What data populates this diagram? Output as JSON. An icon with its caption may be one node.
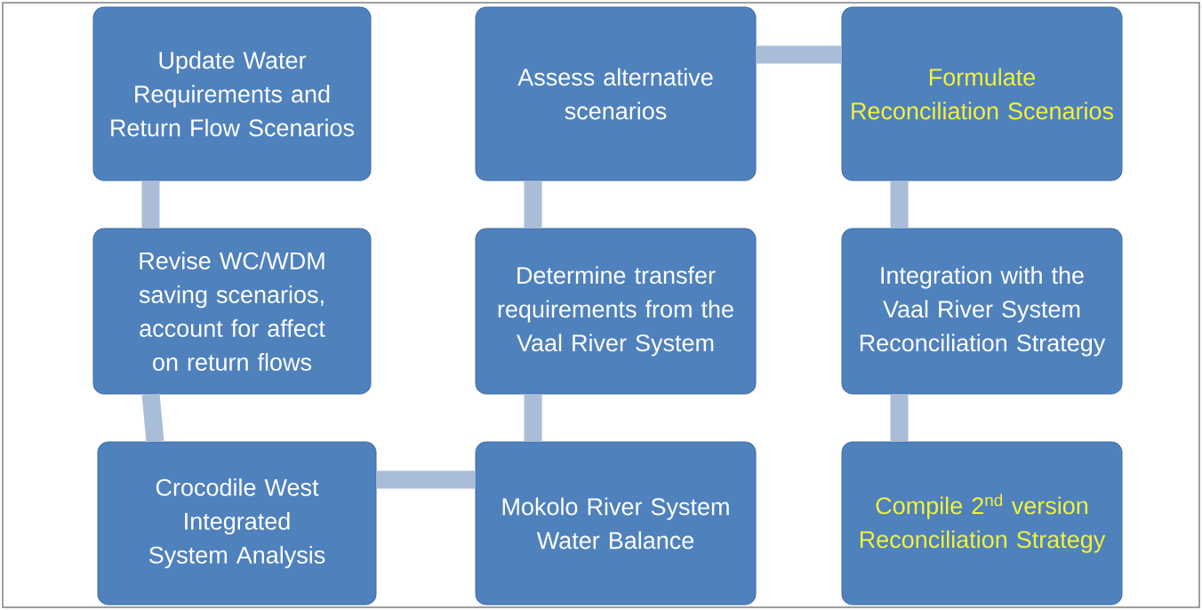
{
  "diagram": {
    "nodes": [
      {
        "text": [
          "Update Water Requirements and Return Flow Scenarios"
        ]
      },
      {
        "text": [
          "Assess alternative scenarios"
        ]
      },
      {
        "text": [
          "Formulate Reconciliation Scenarios"
        ]
      },
      {
        "text": [
          "Revise WC/WDM saving scenarios, account for affect on return flows"
        ]
      },
      {
        "text": [
          "Determine transfer requirements from the Vaal River System"
        ]
      },
      {
        "text": [
          "Integration with the Vaal River System Reconciliation Strategy"
        ]
      },
      {
        "text": [
          "Crocodile West Integrated System Analysis"
        ]
      },
      {
        "text": [
          "Mokolo River System Water Balance"
        ]
      },
      {
        "text": [
          "Compile 2$^{nd}$ version Reconciliation Strategy"
        ]
      }
    ],
    "edges": [
      {
        "from": 0,
        "to": 3,
        "arrow": "none"
      },
      {
        "from": 3,
        "to": 6,
        "arrow": "none"
      },
      {
        "from": 6,
        "to": 7,
        "arrow": "none"
      },
      {
        "from": 7,
        "to": 4,
        "arrow": "none"
      },
      {
        "from": 4,
        "to": 1,
        "arrow": "none"
      },
      {
        "from": 1,
        "to": 2,
        "arrow": "none"
      },
      {
        "from": 2,
        "to": 5,
        "arrow": "none"
      },
      {
        "from": 5,
        "to": 8,
        "arrow": "none"
      }
    ]
  }
}
